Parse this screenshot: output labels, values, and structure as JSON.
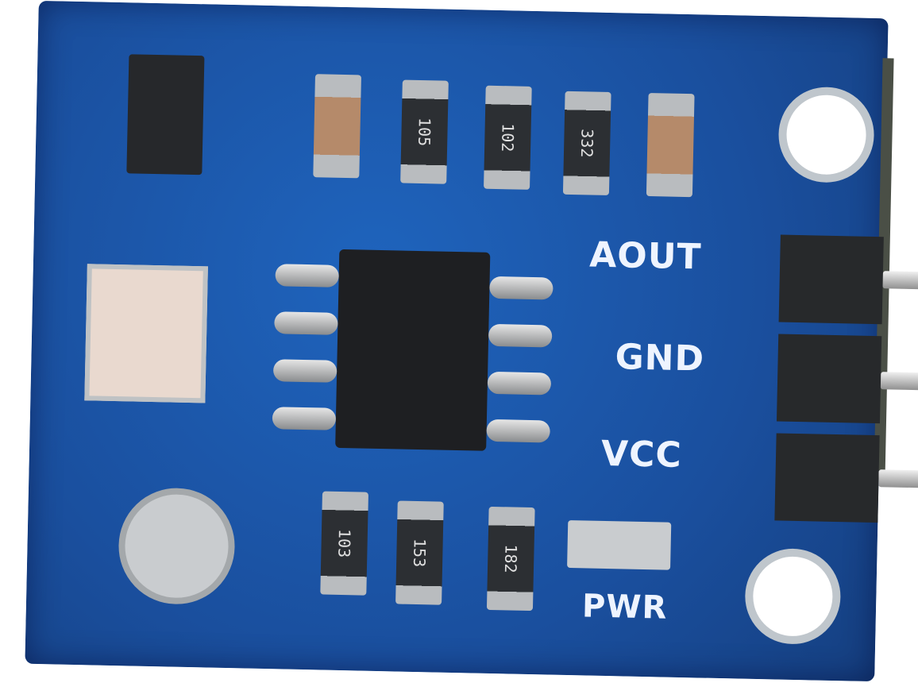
{
  "subject": "Blue PCB sensor/amplifier module",
  "pin_labels": [
    "AOUT",
    "GND",
    "VCC"
  ],
  "indicator_label": "PWR",
  "top_components": [
    {
      "type": "capacitor",
      "marking": ""
    },
    {
      "type": "resistor",
      "marking": "105"
    },
    {
      "type": "resistor",
      "marking": "102"
    },
    {
      "type": "resistor",
      "marking": "332"
    },
    {
      "type": "capacitor",
      "marking": ""
    }
  ],
  "bottom_components": [
    {
      "type": "resistor",
      "marking": "103"
    },
    {
      "type": "resistor",
      "marking": "153"
    },
    {
      "type": "resistor",
      "marking": "182"
    }
  ],
  "colors": {
    "board": "#1a56a8",
    "silkscreen": "#e8f0ff",
    "chip": "#1e1f22"
  }
}
